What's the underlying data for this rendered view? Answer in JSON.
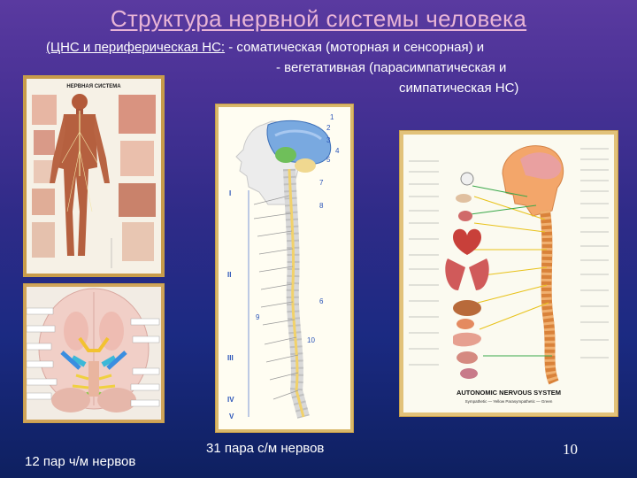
{
  "slide": {
    "title": "Структура нервной системы человека",
    "subtitle": {
      "part1": "(ЦНС и периферическая НС:",
      "part2": " - соматическая (моторная и сенсорная) и",
      "line2": "- вегетативная (парасимпатическая и",
      "line3": "симпатическая НС)"
    },
    "body_poster": {
      "heading": "НЕРВНАЯ СИСТЕМА"
    },
    "spine_diagram": {
      "numbers": [
        "1",
        "2",
        "3",
        "4",
        "5",
        "6",
        "7",
        "8",
        "9",
        "10"
      ],
      "roman": [
        "I",
        "II",
        "III",
        "IV",
        "V"
      ]
    },
    "ans_poster": {
      "heading": "AUTONOMIC NERVOUS SYSTEM",
      "legend": "Sympathetic — Yellow   Parasympathetic — Green"
    },
    "captions": {
      "cranial": "12 пар ч/м нервов",
      "spinal": "31 пара с/м нервов"
    },
    "page_number": "10"
  }
}
